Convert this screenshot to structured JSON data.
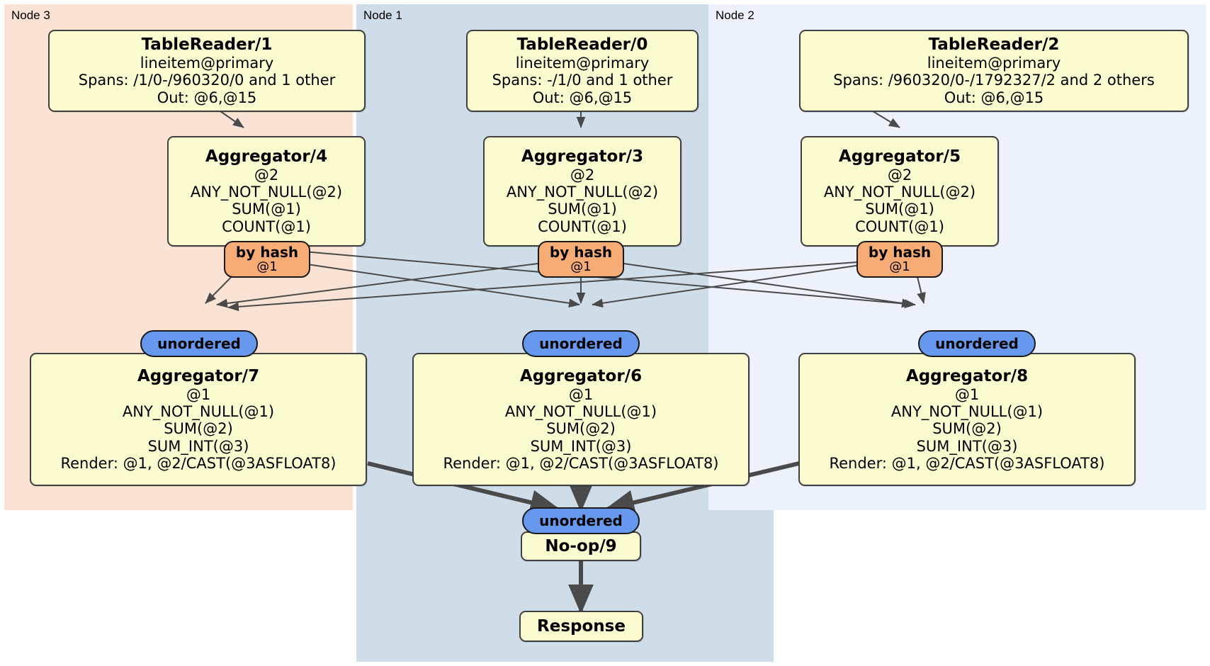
{
  "diagram": {
    "type": "distributed-query-plan",
    "nodes": [
      {
        "id": "node3",
        "label": "Node 3",
        "color": "#fae3d4"
      },
      {
        "id": "node1",
        "label": "Node 1",
        "color": "#cfdde9"
      },
      {
        "id": "node2",
        "label": "Node 2",
        "color": "#ecf1fb"
      }
    ],
    "processors": [
      {
        "id": "tr1",
        "title": "TableReader/1",
        "lines": [
          "lineitem@primary",
          "Spans: /1/0-/960320/0 and 1 other",
          "Out: @6,@15"
        ]
      },
      {
        "id": "tr0",
        "title": "TableReader/0",
        "lines": [
          "lineitem@primary",
          "Spans: -/1/0 and 1 other",
          "Out: @6,@15"
        ]
      },
      {
        "id": "tr2",
        "title": "TableReader/2",
        "lines": [
          "lineitem@primary",
          "Spans: /960320/0-/1792327/2 and 2 others",
          "Out: @6,@15"
        ]
      },
      {
        "id": "agg4",
        "title": "Aggregator/4",
        "lines": [
          "@2",
          "ANY_NOT_NULL(@2)",
          "SUM(@1)",
          "COUNT(@1)"
        ]
      },
      {
        "id": "agg3",
        "title": "Aggregator/3",
        "lines": [
          "@2",
          "ANY_NOT_NULL(@2)",
          "SUM(@1)",
          "COUNT(@1)"
        ]
      },
      {
        "id": "agg5",
        "title": "Aggregator/5",
        "lines": [
          "@2",
          "ANY_NOT_NULL(@2)",
          "SUM(@1)",
          "COUNT(@1)"
        ]
      },
      {
        "id": "agg7",
        "title": "Aggregator/7",
        "lines": [
          "@1",
          "ANY_NOT_NULL(@1)",
          "SUM(@2)",
          "SUM_INT(@3)",
          "Render: @1, @2/CAST(@3ASFLOAT8)"
        ]
      },
      {
        "id": "agg6",
        "title": "Aggregator/6",
        "lines": [
          "@1",
          "ANY_NOT_NULL(@1)",
          "SUM(@2)",
          "SUM_INT(@3)",
          "Render: @1, @2/CAST(@3ASFLOAT8)"
        ]
      },
      {
        "id": "agg8",
        "title": "Aggregator/8",
        "lines": [
          "@1",
          "ANY_NOT_NULL(@1)",
          "SUM(@2)",
          "SUM_INT(@3)",
          "Render: @1, @2/CAST(@3ASFLOAT8)"
        ]
      },
      {
        "id": "noop9",
        "title": "No-op/9",
        "lines": []
      },
      {
        "id": "response",
        "title": "Response",
        "lines": []
      }
    ],
    "routers": [
      {
        "id": "hash4",
        "kind": "by hash",
        "column": "@1"
      },
      {
        "id": "hash3",
        "kind": "by hash",
        "column": "@1"
      },
      {
        "id": "hash5",
        "kind": "by hash",
        "column": "@1"
      }
    ],
    "receivers": [
      {
        "id": "unord7",
        "kind": "unordered"
      },
      {
        "id": "unord6",
        "kind": "unordered"
      },
      {
        "id": "unord8",
        "kind": "unordered"
      },
      {
        "id": "unord9",
        "kind": "unordered"
      }
    ],
    "colors": {
      "processor_fill": "#fbfbd0",
      "router_fill": "#f7ac76",
      "receiver_fill": "#6699ee",
      "edge": "#4a4a4a",
      "border": "#404040"
    }
  }
}
